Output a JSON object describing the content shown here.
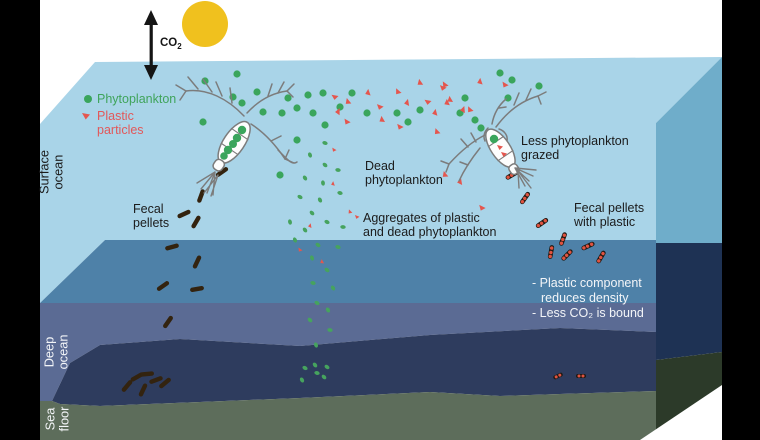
{
  "labels": {
    "co2": "CO",
    "co2_sub": "2",
    "surface_ocean": "Surface ocean",
    "deep_ocean": "Deep ocean",
    "sea_floor": "Sea\nfloor",
    "fecal_pellets": "Fecal\npellets",
    "dead_phytoplankton": "Dead\nphytoplankton",
    "aggregates": "Aggregates of plastic\nand dead phytoplankton",
    "less_grazed": "Less phytoplankton\ngrazed",
    "fecal_plastic": "Fecal pellets\nwith plastic"
  },
  "legend": {
    "phytoplankton": "Phytoplankton",
    "plastic": "Plastic\nparticles"
  },
  "deep_notes": {
    "line1": "- Plastic component",
    "line2": "reduces density",
    "line3": "- Less CO₂ is bound"
  },
  "colors": {
    "surface": "#a9d4e8",
    "surface_side": "#6fadca",
    "deep": "#4e81a8",
    "deep_side": "#1e3254",
    "slate": "#5b6b94",
    "navy": "#2e3c5e",
    "floor": "#5d6d5b",
    "floor_side": "#2c3a29",
    "sun": "#f0c11e",
    "phytoplankton": "#3aa55c",
    "plastic": "#e4564e",
    "plastic_bright": "#e05340",
    "dead": "#46a35e",
    "fecal": "#33230f",
    "fecal_dark": "#1f1913",
    "bar": "#000000"
  },
  "particles": {
    "phytoplankton": [
      [
        205,
        81
      ],
      [
        237,
        74
      ],
      [
        257,
        92
      ],
      [
        233,
        97
      ],
      [
        242,
        103
      ],
      [
        263,
        112
      ],
      [
        203,
        122
      ],
      [
        282,
        113
      ],
      [
        288,
        98
      ],
      [
        297,
        108
      ],
      [
        308,
        95
      ],
      [
        323,
        93
      ],
      [
        313,
        113
      ],
      [
        325,
        125
      ],
      [
        297,
        140
      ],
      [
        352,
        93
      ],
      [
        340,
        107
      ],
      [
        367,
        113
      ],
      [
        397,
        113
      ],
      [
        408,
        122
      ],
      [
        420,
        110
      ],
      [
        465,
        98
      ],
      [
        460,
        113
      ],
      [
        475,
        120
      ],
      [
        481,
        128
      ],
      [
        500,
        73
      ],
      [
        508,
        98
      ],
      [
        512,
        80
      ],
      [
        539,
        86
      ],
      [
        280,
        175
      ]
    ],
    "plastic": [
      [
        335,
        97,
        0
      ],
      [
        348,
        102,
        40
      ],
      [
        338,
        112,
        80
      ],
      [
        347,
        122,
        20
      ],
      [
        368,
        93,
        60
      ],
      [
        380,
        107,
        10
      ],
      [
        382,
        120,
        50
      ],
      [
        398,
        92,
        30
      ],
      [
        407,
        103,
        70
      ],
      [
        400,
        127,
        15
      ],
      [
        420,
        83,
        45
      ],
      [
        428,
        102,
        0
      ],
      [
        435,
        113,
        65
      ],
      [
        445,
        85,
        25
      ],
      [
        447,
        103,
        55
      ],
      [
        437,
        132,
        35
      ],
      [
        463,
        110,
        75
      ],
      [
        443,
        88,
        10
      ],
      [
        450,
        100,
        50
      ],
      [
        470,
        110,
        30
      ],
      [
        480,
        82,
        60
      ],
      [
        505,
        85,
        20
      ],
      [
        445,
        175,
        40
      ],
      [
        460,
        182,
        70
      ],
      [
        482,
        208,
        15
      ]
    ],
    "dead_phytoplankton": [
      [
        325,
        143,
        20
      ],
      [
        310,
        155,
        70
      ],
      [
        325,
        165,
        40
      ],
      [
        338,
        170,
        10
      ],
      [
        305,
        178,
        55
      ],
      [
        323,
        183,
        80
      ],
      [
        300,
        197,
        30
      ],
      [
        320,
        200,
        60
      ],
      [
        340,
        193,
        15
      ],
      [
        312,
        213,
        45
      ],
      [
        290,
        222,
        75
      ],
      [
        327,
        222,
        25
      ],
      [
        305,
        230,
        50
      ],
      [
        343,
        227,
        5
      ],
      [
        295,
        240,
        65
      ],
      [
        318,
        245,
        35
      ],
      [
        338,
        247,
        20
      ],
      [
        312,
        258,
        70
      ],
      [
        327,
        270,
        40
      ],
      [
        313,
        283,
        15
      ],
      [
        333,
        288,
        55
      ],
      [
        317,
        303,
        30
      ],
      [
        328,
        310,
        60
      ],
      [
        310,
        320,
        45
      ],
      [
        330,
        330,
        10
      ],
      [
        316,
        345,
        70
      ],
      [
        305,
        368,
        25
      ],
      [
        315,
        365,
        50
      ],
      [
        327,
        367,
        35
      ],
      [
        302,
        380,
        60
      ],
      [
        317,
        373,
        15
      ],
      [
        324,
        377,
        45
      ]
    ],
    "column_plastic_bits": [
      [
        334,
        150,
        20
      ],
      [
        333,
        184,
        60
      ],
      [
        350,
        212,
        35
      ],
      [
        357,
        217,
        10
      ],
      [
        310,
        226,
        70
      ],
      [
        300,
        250,
        25
      ],
      [
        322,
        262,
        50
      ]
    ]
  },
  "pellets": {
    "fecal_trail": [
      [
        222,
        172,
        55
      ],
      [
        201,
        196,
        20
      ],
      [
        184,
        214,
        65
      ],
      [
        196,
        222,
        30
      ],
      [
        172,
        247,
        75
      ],
      [
        197,
        262,
        25
      ],
      [
        163,
        286,
        55
      ],
      [
        197,
        289,
        80
      ],
      [
        168,
        322,
        35
      ]
    ],
    "fecal_floor": [
      [
        127,
        386,
        40
      ],
      [
        137,
        377,
        60
      ],
      [
        147,
        374,
        85
      ],
      [
        156,
        380,
        70
      ],
      [
        165,
        383,
        50
      ],
      [
        143,
        390,
        25
      ]
    ],
    "plastic_trail": [
      [
        512,
        175,
        60
      ],
      [
        525,
        198,
        35
      ],
      [
        542,
        223,
        55
      ],
      [
        563,
        239,
        20
      ],
      [
        551,
        252,
        10
      ],
      [
        567,
        255,
        45
      ],
      [
        588,
        246,
        65
      ],
      [
        601,
        257,
        30
      ]
    ],
    "plastic_floor": [
      [
        558,
        376,
        5
      ],
      [
        581,
        376,
        30
      ]
    ]
  }
}
